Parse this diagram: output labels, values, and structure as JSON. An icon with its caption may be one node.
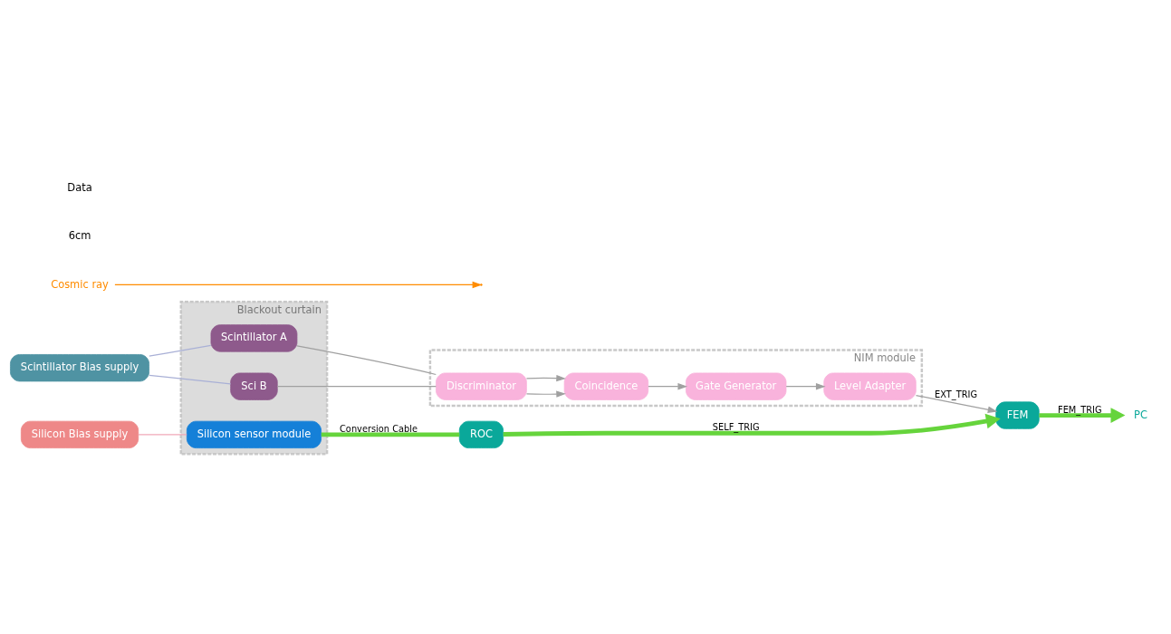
{
  "diagram": {
    "nodes": [
      {
        "text": [
          "NIM module"
        ]
      },
      {
        "text": [
          "Level Adapter"
        ],
        "in": 0
      },
      {
        "text": [
          "Gate Generator"
        ],
        "in": 0
      },
      {
        "text": [
          "Coincidence"
        ],
        "in": 0
      },
      {
        "text": [
          "Discriminator"
        ],
        "in": 0
      },
      {
        "text": [
          "Scintillator Bias supply"
        ]
      },
      {
        "text": [
          "Blackout curtain"
        ]
      },
      {
        "text": [
          "Scintillator A"
        ],
        "in": 6
      },
      {
        "text": [
          "Silicon sensor module"
        ],
        "in": 6
      },
      {
        "text": [
          "Sci B"
        ],
        "in": 6
      },
      {
        "text": [
          "ROC"
        ]
      },
      {
        "text": [
          "FEM"
        ]
      },
      {
        "text": [
          "PC"
        ]
      },
      {
        "text": [
          "Silicon Bias supply"
        ]
      },
      {
        "text": [
          "Cosmic ray"
        ]
      }
    ],
    "edges": [
      {
        "from": 5,
        "to": 7,
        "arrow": "none",
        "color": "#a9b0d6"
      },
      {
        "from": 5,
        "to": 9,
        "arrow": "none",
        "color": "#a9b0d6"
      },
      {
        "from": 13,
        "to": 8,
        "arrow": "none",
        "color": "#f0a8b8"
      },
      {
        "from": 7,
        "to": 4,
        "arrow": "none"
      },
      {
        "from": 9,
        "to": 4,
        "arrow": "none"
      },
      {
        "from": 4,
        "to": 3,
        "arrow": "to"
      },
      {
        "from": 4,
        "to": 3,
        "arrow": "to"
      },
      {
        "from": 3,
        "to": 2,
        "arrow": "to"
      },
      {
        "from": 2,
        "to": 1,
        "arrow": "to"
      },
      {
        "from": 1,
        "to": 11,
        "arrow": "to",
        "label": "EXT_TRIG"
      },
      {
        "from": 8,
        "to": 10,
        "arrow": "none",
        "label": "Conversion Cable",
        "style": "thick",
        "color": "#66d43c"
      },
      {
        "from": 10,
        "to": 11,
        "arrow": "to",
        "label": "SELF_TRIG",
        "style": "thick",
        "color": "#66d43c"
      },
      {
        "from": 11,
        "to": 12,
        "arrow": "to",
        "label": "FEM_TRIG",
        "style": "thick",
        "color": "#66d43c"
      },
      {
        "from": 14,
        "to": null,
        "arrow": "to",
        "color": "#ff8c00"
      }
    ],
    "labels": [
      "6cm",
      "Data"
    ]
  }
}
